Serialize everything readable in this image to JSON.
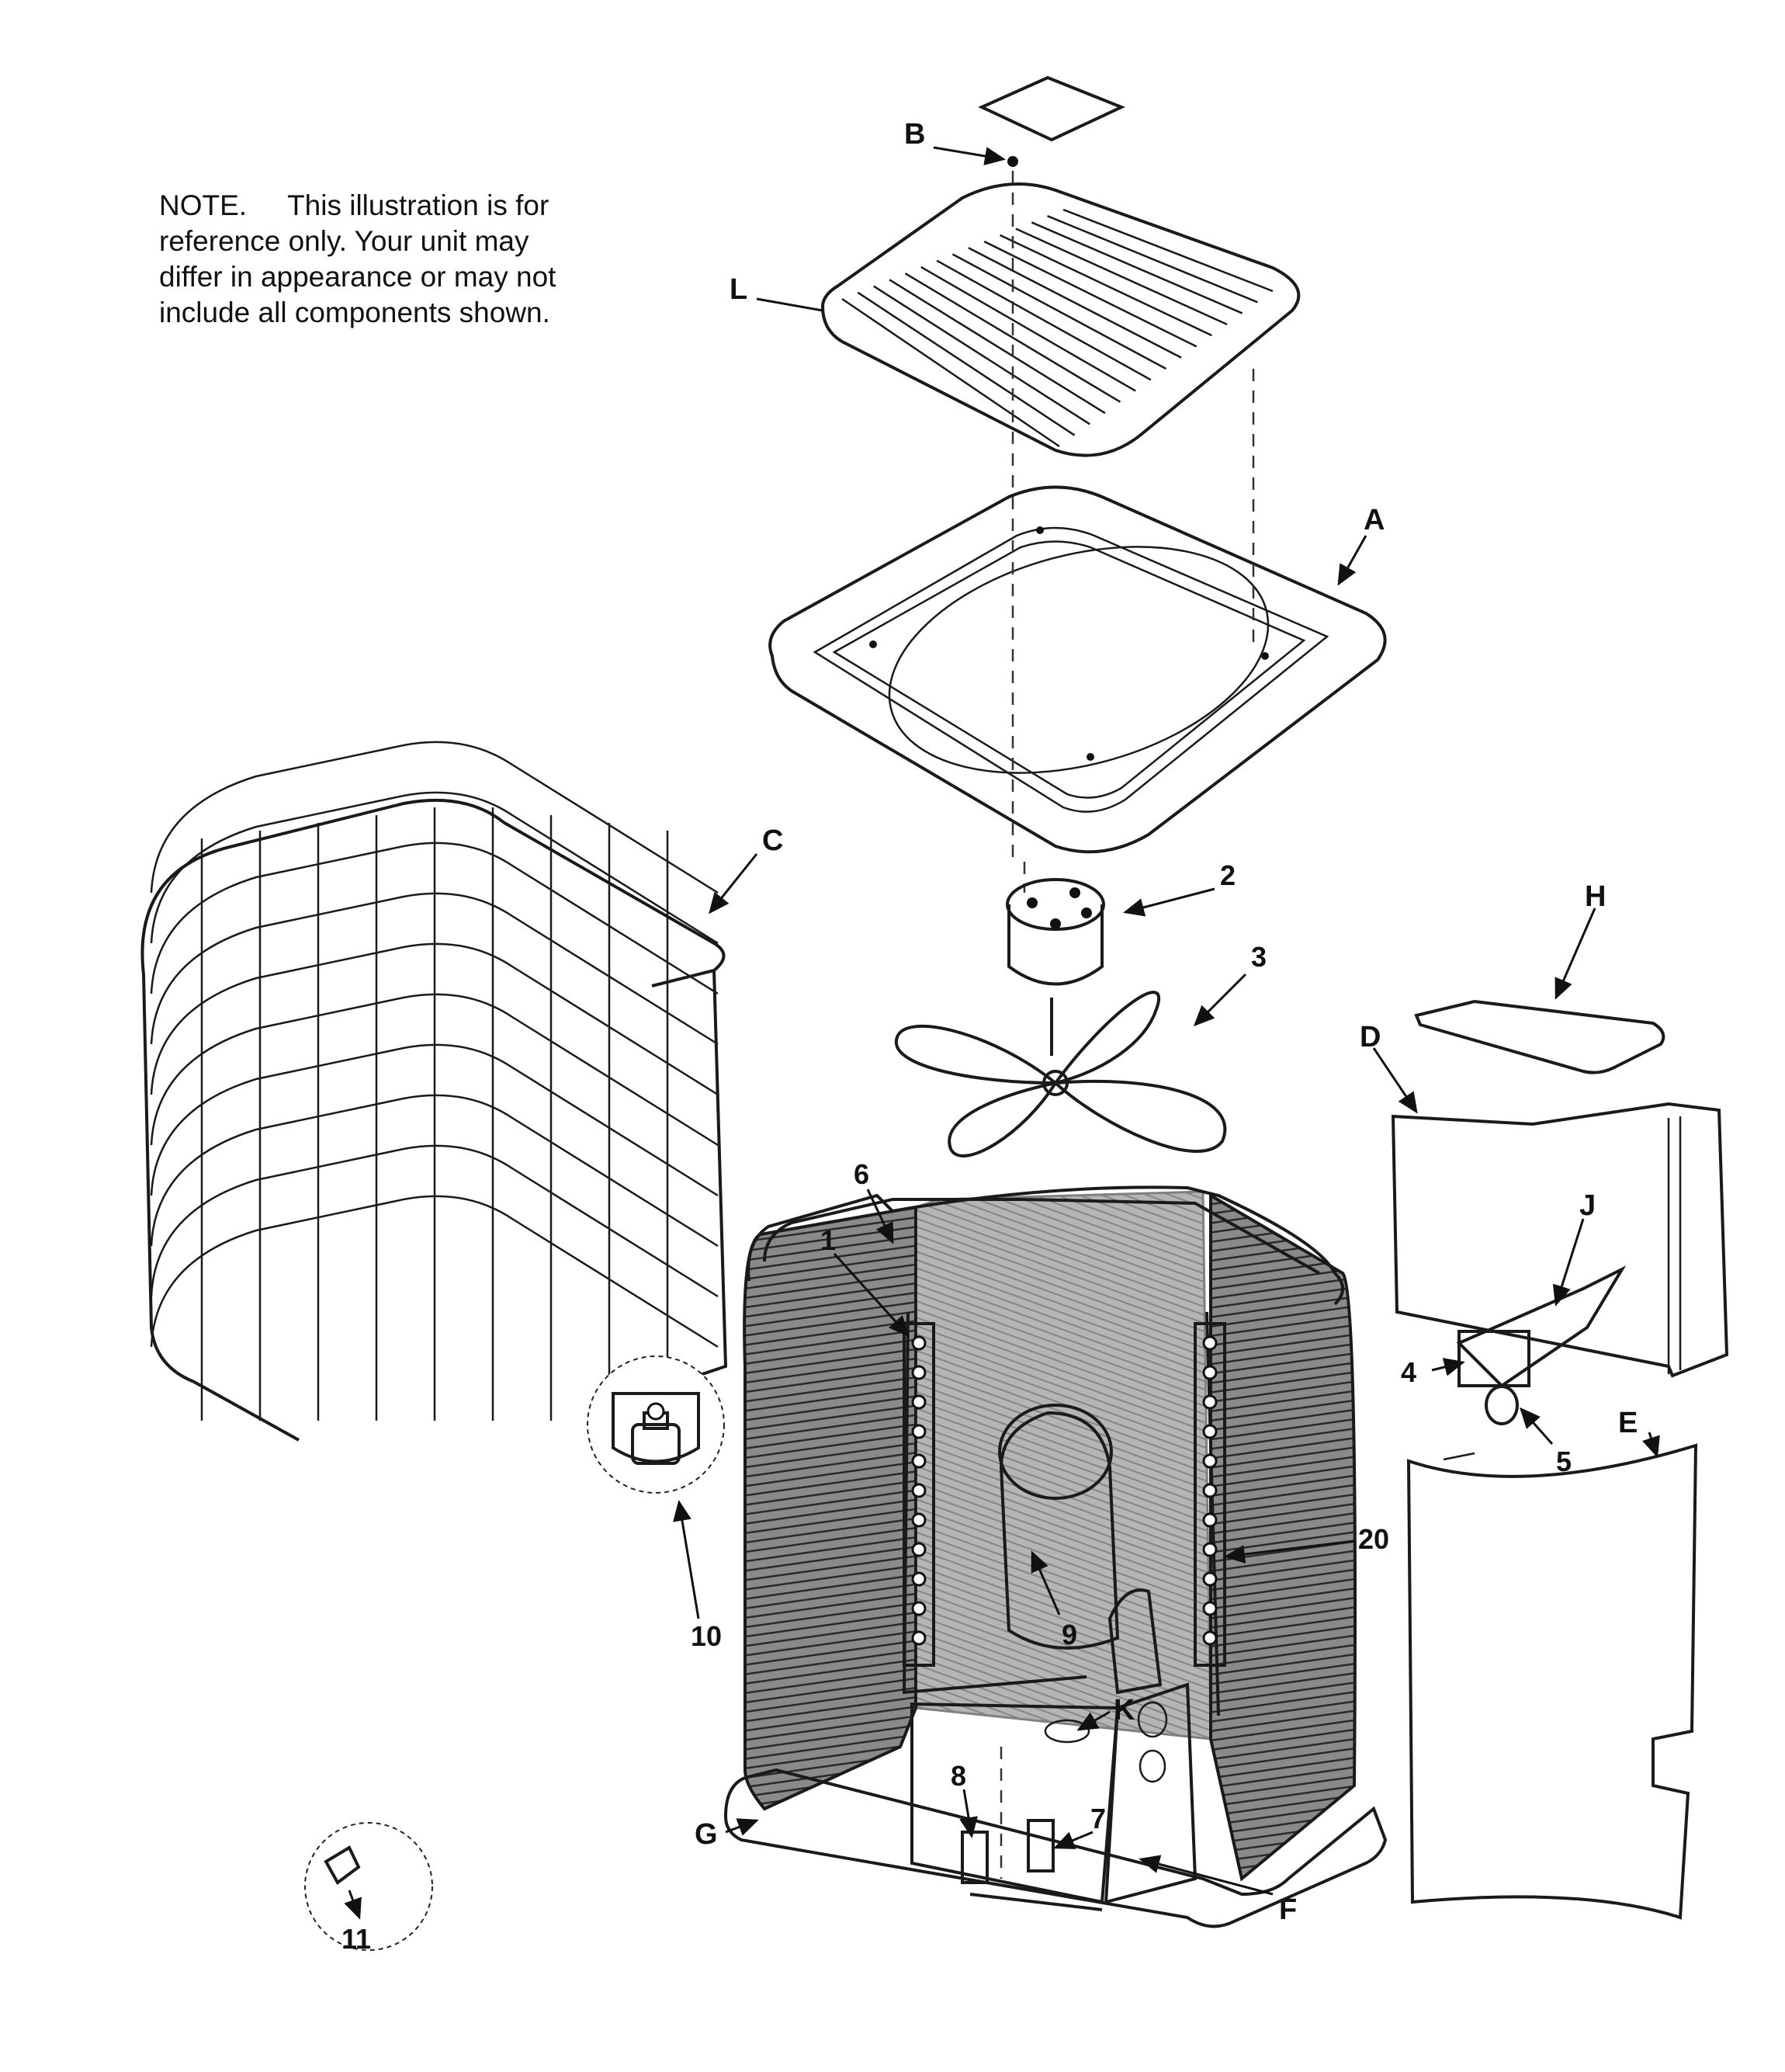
{
  "note": {
    "prefix": "NOTE.",
    "lines": [
      "This illustration is for",
      "reference only.   Your unit may",
      "differ in appearance or may not",
      "include all components shown."
    ]
  },
  "callouts": {
    "A": "A",
    "B": "B",
    "C": "C",
    "D": "D",
    "E": "E",
    "F": "F",
    "G": "G",
    "H": "H",
    "J": "J",
    "K": "K",
    "L": "L",
    "n1": "1",
    "n2": "2",
    "n3": "3",
    "n4": "4",
    "n5": "5",
    "n6": "6",
    "n7": "7",
    "n8": "8",
    "n9": "9",
    "n10": "10",
    "n11": "11",
    "n20": "20"
  },
  "colors": {
    "ink": "#1a1a1a",
    "coil_fill": "#6a6a6a",
    "paper": "#ffffff"
  }
}
